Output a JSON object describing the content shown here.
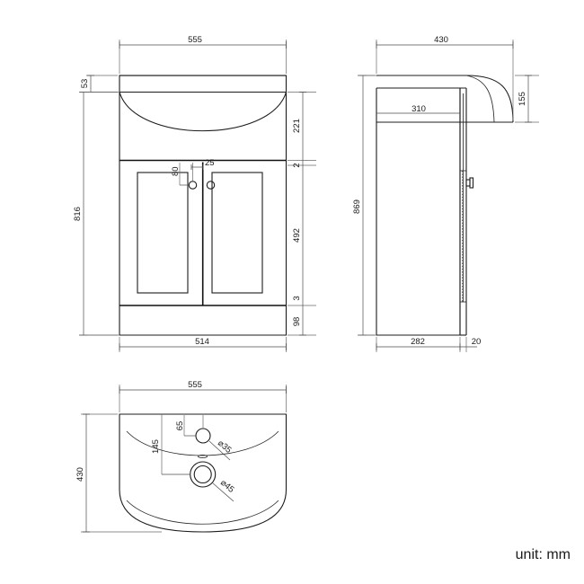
{
  "sheet": {
    "unit_note": "unit: mm",
    "background_color": "#ffffff",
    "line_color": "#1d1d1d",
    "dim_color": "#4d4d4d"
  },
  "views": {
    "front": {
      "name": "front-elevation",
      "dimensions": {
        "basin_width": "555",
        "basin_lip_height": "53",
        "total_height": "816",
        "basin_bowl_height": "221",
        "top_gap": "2",
        "door_height": "492",
        "lower_gap": "3",
        "plinth_height": "98",
        "cabinet_width": "514",
        "tap_hole_offset_vertical": "80",
        "tap_hole_offset_horizontal": "25"
      }
    },
    "side": {
      "name": "side-elevation",
      "dimensions": {
        "basin_depth": "430",
        "basin_bowl_depth": "155",
        "cabinet_top_depth": "310",
        "total_height": "869",
        "cabinet_depth": "282",
        "door_thickness": "20"
      }
    },
    "plan": {
      "name": "plan-view",
      "dimensions": {
        "basin_width": "555",
        "basin_depth": "430",
        "tap_hole_from_rear": "65",
        "tap_hole_from_left": "145",
        "tap_hole_diameter": "⌀35",
        "waste_hole_diameter": "⌀45"
      }
    }
  }
}
